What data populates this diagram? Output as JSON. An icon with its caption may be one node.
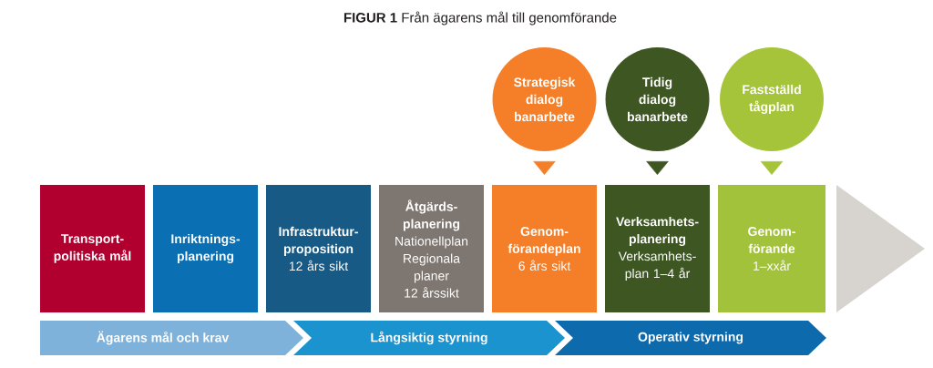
{
  "diagram": {
    "title": "**FIGUR 1** Från ägarens mål till genomförande",
    "nodes": [
      {
        "text": [
          "Strategisk dialog banarbete"
        ]
      },
      {
        "text": [
          "Tidig dialog banarbete"
        ]
      },
      {
        "text": [
          "Fastställd tågplan"
        ]
      },
      {
        "text": [
          "Transport- politiska mål"
        ]
      },
      {
        "text": [
          "Inriktnings- planering"
        ]
      },
      {
        "text": [
          "Infrastruktur- proposition",
          "12 års sikt"
        ]
      },
      {
        "text": [
          "Åtgärds- planering",
          "Nationellplan",
          "Regionala planer",
          "12 årssikt"
        ]
      },
      {
        "text": [
          "Genom- förandeplan",
          "6 års sikt"
        ]
      },
      {
        "text": [
          "Verksamhets- planering",
          "Verksamhets- plan 1–4 år"
        ]
      },
      {
        "text": [
          "Genom- förande",
          "1–xxår"
        ]
      },
      {
        "text": [],
        "shape": "triangle"
      },
      {
        "text": [
          "Ägarens mål och krav"
        ]
      },
      {
        "text": [
          "Långsiktig styrning"
        ]
      },
      {
        "text": [
          "Operativ styrning"
        ]
      }
    ],
    "edges": [
      {
        "from": 0,
        "to": 7,
        "arrow": "to",
        "color": "#f47f28"
      },
      {
        "from": 1,
        "to": 8,
        "arrow": "to",
        "color": "#3d5622"
      },
      {
        "from": 2,
        "to": 9,
        "arrow": "to",
        "color": "#a6c43a"
      }
    ]
  }
}
